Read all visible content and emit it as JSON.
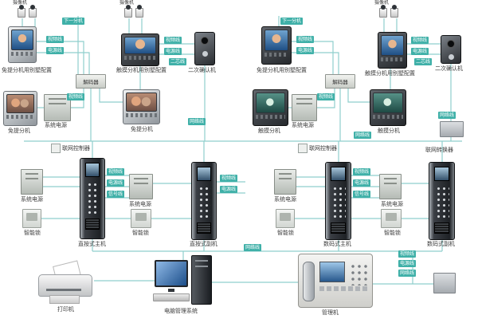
{
  "colors": {
    "wire": "#8fcfcd",
    "chip_bg": "#3fb0a8"
  },
  "chips": [
    "下一分机",
    "视频线",
    "电源线",
    "视频线",
    "电源线",
    "网络线",
    "下一分机",
    "视频线",
    "电源线",
    "视频线",
    "电源线",
    "二芯线",
    "视频线",
    "网络线",
    "网络线",
    "视频线",
    "电源线",
    "信号线",
    "视频线",
    "电源线",
    "视频线",
    "电源线",
    "信号线",
    "视频线",
    "电源线",
    "网络线",
    "视频线",
    "二芯线",
    "网络线"
  ],
  "labels": [
    "免提分机用别墅配置",
    "触摸分机用别墅配置",
    "二次确认机",
    "免提分机用别墅配置",
    "触摸分机用别墅配置",
    "二次确认机",
    "免提分机",
    "系统电源",
    "免提分机",
    "触摸分机",
    "系统电源",
    "触摸分机",
    "联网控制器",
    "联网控制器",
    "联网转换器",
    "系统电源",
    "智能锁",
    "系统电源",
    "智能锁",
    "直按式主机",
    "直按式副机",
    "系统电源",
    "智能锁",
    "系统电源",
    "智能锁",
    "数码式主机",
    "数码式副机",
    "打印机",
    "电脑管理系统",
    "管理机",
    "摄像机",
    "摄像机",
    "摄像机",
    "解码器",
    "解码器"
  ]
}
